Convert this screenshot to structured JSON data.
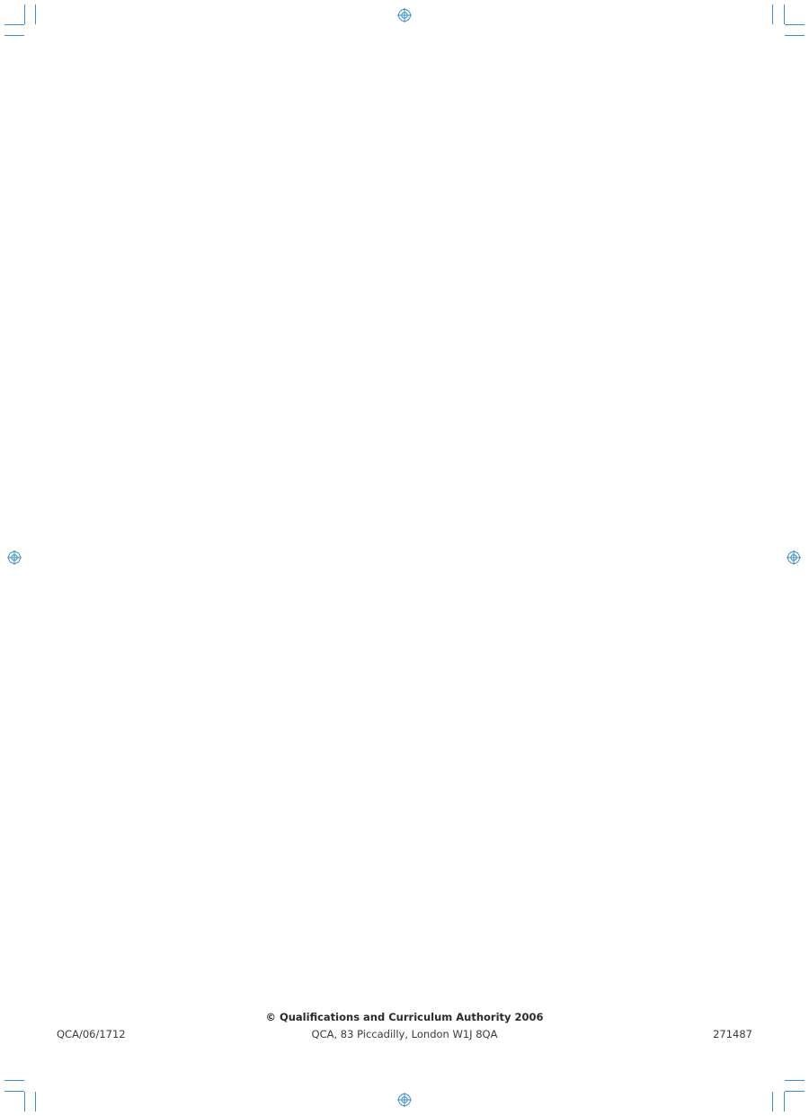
{
  "footer": {
    "copyright": "© Qualifications and Curriculum Authority 2006",
    "code": "QCA/06/1712",
    "address": "QCA, 83 Piccadilly, London W1J 8QA",
    "number": "271487"
  },
  "colors": {
    "print_marks": "#3a8fc4",
    "text": "#2b2b2b",
    "background": "#ffffff"
  },
  "icons": {
    "registration_mark": "registration-target-icon"
  }
}
